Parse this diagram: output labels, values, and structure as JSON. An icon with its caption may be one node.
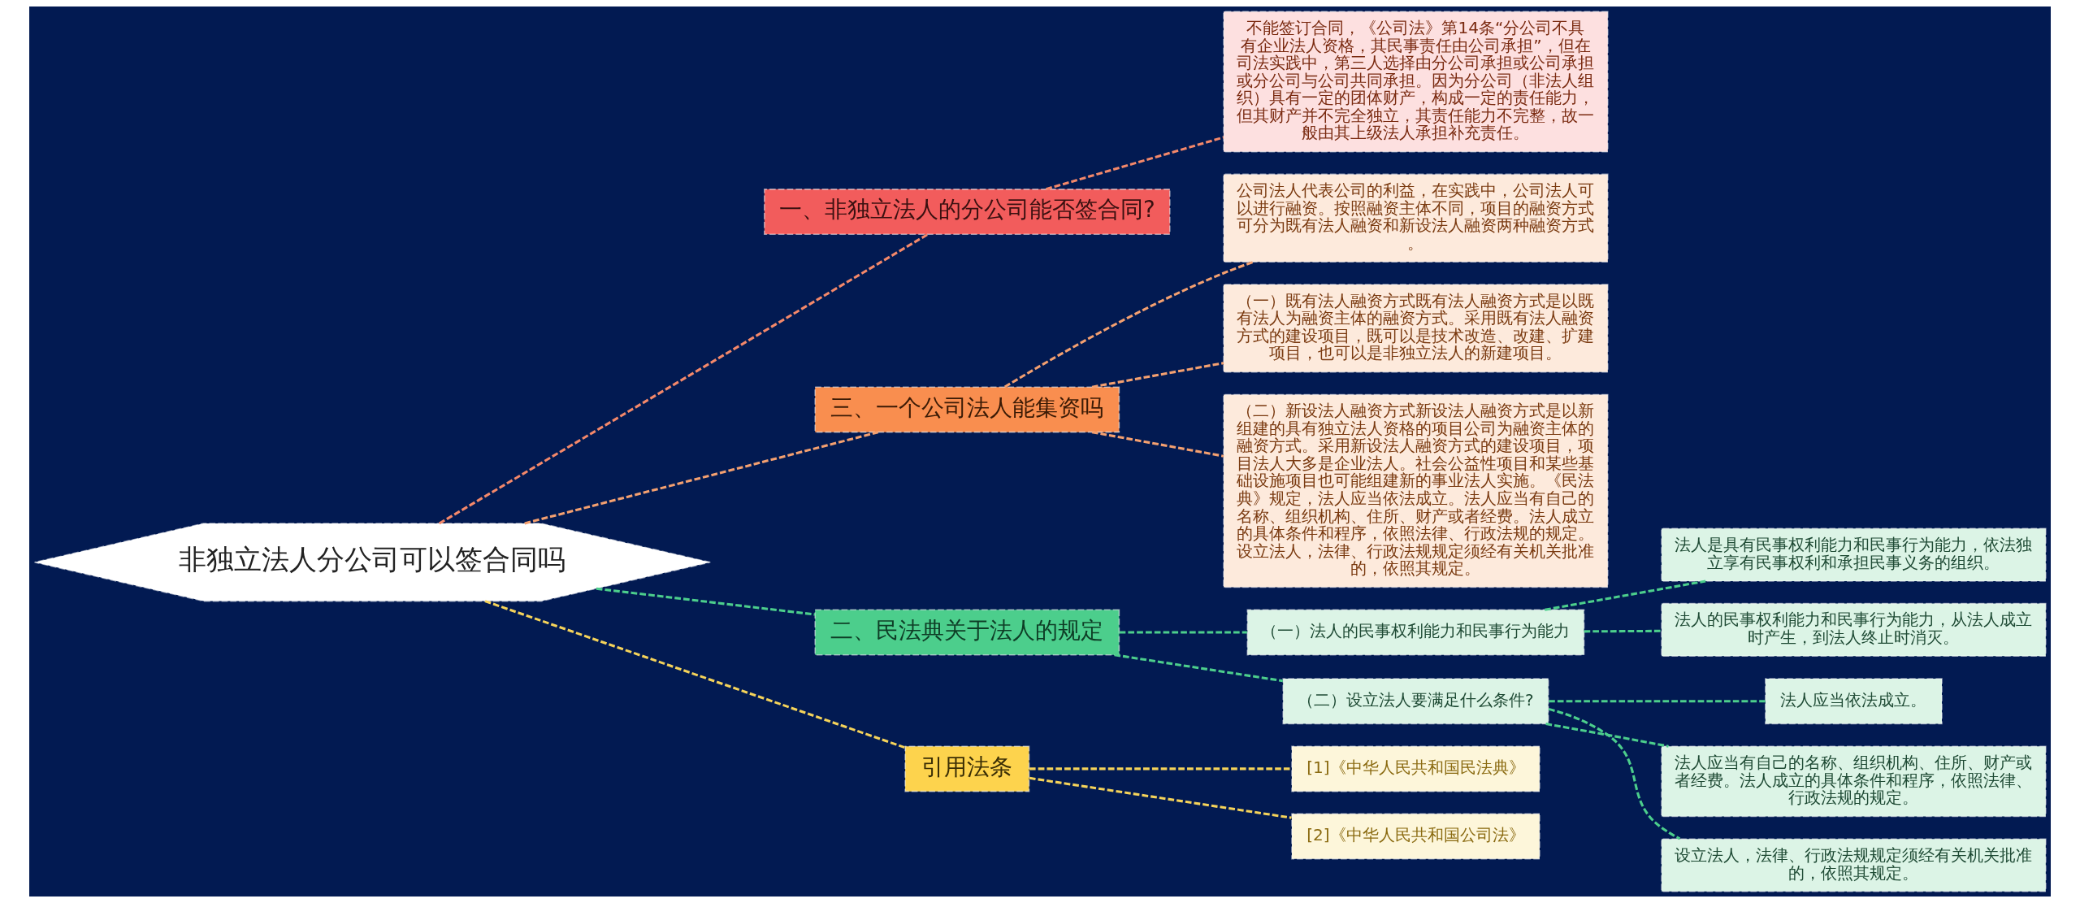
{
  "diagram": {
    "nodes": [
      {
        "text": [
          "非独立法人分公司可以签合同吗"
        ]
      },
      {
        "text": [
          "一、非独立法人的分公司能否签合同?"
        ]
      },
      {
        "text": [
          "不能签订合同，《公司法》第14条“分公司不具有企业法人资格，其民事责任由公司承担”，但在司法实践中，第三人选择由分公司承担或公司承担或分公司与公司共同承担。因为分公司（非法人组织）具有一定的团体财产，构成一定的责任能力，但其财产并不完全独立，其责任能力不完整，故一般由其上级法人承担补充责任。"
        ]
      },
      {
        "text": [
          "三、一个公司法人能集资吗"
        ]
      },
      {
        "text": [
          "公司法人代表公司的利益，在实践中，公司法人可以进行融资。按照融资主体不同，项目的融资方式可分为既有法人融资和新设法人融资两种融资方式。"
        ]
      },
      {
        "text": [
          "（一）既有法人融资方式既有法人融资方式是以既有法人为融资主体的融资方式。采用既有法人融资方式的建设项目，既可以是技术改造、改建、扩建项目，也可以是非独立法人的新建项目。"
        ]
      },
      {
        "text": [
          "（二）新设法人融资方式新设法人融资方式是以新组建的具有独立法人资格的项目公司为融资主体的融资方式。采用新设法人融资方式的建设项目，项目法人大多是企业法人。社会公益性项目和某些基础设施项目也可能组建新的事业法人实施。《民法典》规定，法人应当依法成立。法人应当有自己的名称、组织机构、住所、财产或者经费。法人成立的具体条件和程序，依照法律、行政法规的规定。设立法人，法律、行政法规规定须经有关机关批准的，依照其规定。"
        ]
      },
      {
        "text": [
          "二、民法典关于法人的规定"
        ]
      },
      {
        "text": [
          "（一）法人的民事权利能力和民事行为能力"
        ]
      },
      {
        "text": [
          "法人是具有民事权利能力和民事行为能力，依法独立享有民事权利和承担民事义务的组织。"
        ]
      },
      {
        "text": [
          "法人的民事权利能力和民事行为能力，从法人成立时产生，到法人终止时消灭。"
        ]
      },
      {
        "text": [
          "（二）设立法人要满足什么条件?"
        ]
      },
      {
        "text": [
          "法人应当依法成立。"
        ]
      },
      {
        "text": [
          "法人应当有自己的名称、组织机构、住所、财产或者经费。法人成立的具体条件和程序，依照法律、行政法规的规定。"
        ]
      },
      {
        "text": [
          "设立法人，法律、行政法规规定须经有关机关批准的，依照其规定。"
        ]
      },
      {
        "text": [
          "引用法条"
        ]
      },
      {
        "text": [
          "[1]《中华人民共和国民法典》"
        ]
      },
      {
        "text": [
          "[2]《中华人民共和国公司法》"
        ]
      }
    ],
    "edges": [
      {
        "from": 0,
        "to": 1,
        "arrow": "none",
        "style": "dashed",
        "color": "#f4886a"
      },
      {
        "from": 1,
        "to": 2,
        "arrow": "none",
        "style": "dashed",
        "color": "#f4886a"
      },
      {
        "from": 0,
        "to": 3,
        "arrow": "none",
        "style": "dashed",
        "color": "#f4a070"
      },
      {
        "from": 3,
        "to": 4,
        "arrow": "none",
        "style": "dashed",
        "color": "#f4a070"
      },
      {
        "from": 3,
        "to": 5,
        "arrow": "none",
        "style": "dashed",
        "color": "#f4a070"
      },
      {
        "from": 3,
        "to": 6,
        "arrow": "none",
        "style": "dashed",
        "color": "#f4a070"
      },
      {
        "from": 0,
        "to": 7,
        "arrow": "none",
        "style": "dashed"
      },
      {
        "from": 7,
        "to": 8,
        "arrow": "none",
        "style": "dashed"
      },
      {
        "from": 8,
        "to": 9,
        "arrow": "none",
        "style": "dashed"
      },
      {
        "from": 8,
        "to": 10,
        "arrow": "none",
        "style": "dashed"
      },
      {
        "from": 7,
        "to": 11,
        "arrow": "none",
        "style": "dashed"
      },
      {
        "from": 11,
        "to": 12,
        "arrow": "none",
        "style": "dashed"
      },
      {
        "from": 11,
        "to": 13,
        "arrow": "none",
        "style": "dashed"
      },
      {
        "from": 11,
        "to": 14,
        "arrow": "none",
        "style": "dashed"
      },
      {
        "from": 0,
        "to": 15,
        "arrow": "none",
        "style": "dashed",
        "color": "#f5d35a"
      },
      {
        "from": 15,
        "to": 16,
        "arrow": "none",
        "style": "dashed",
        "color": "#f5d35a"
      },
      {
        "from": 15,
        "to": 17,
        "arrow": "none",
        "style": "dashed",
        "color": "#f5d35a"
      }
    ]
  }
}
